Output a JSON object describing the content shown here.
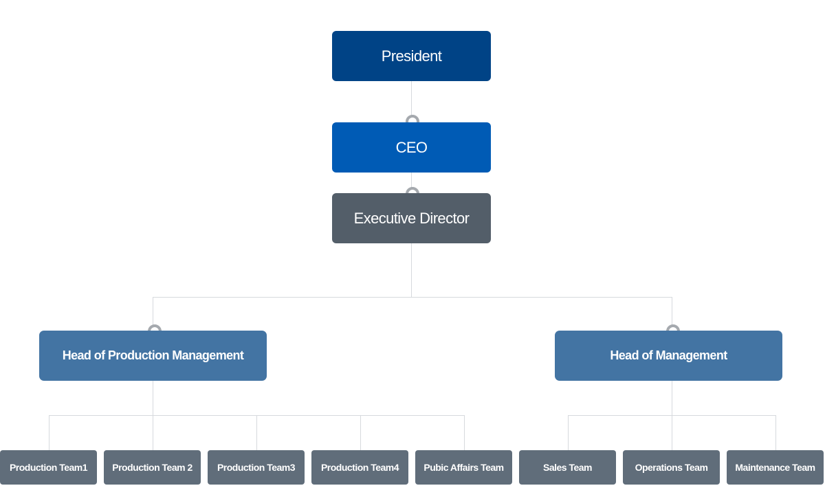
{
  "org": {
    "president": "President",
    "ceo": "CEO",
    "executive_director": "Executive Director",
    "heads": [
      {
        "label": "Head of Production Management"
      },
      {
        "label": "Head of Management"
      }
    ],
    "teams": [
      {
        "label": "Production Team1"
      },
      {
        "label": "Production Team 2"
      },
      {
        "label": "Production Team3"
      },
      {
        "label": "Production Team4"
      },
      {
        "label": "Pubic Affairs Team"
      },
      {
        "label": "Sales Team"
      },
      {
        "label": "Operations Team"
      },
      {
        "label": "Maintenance Team"
      }
    ]
  },
  "colors": {
    "president": "#004386",
    "ceo": "#005bb5",
    "executive_director": "#535e69",
    "head": "#4374a3",
    "team": "#606d7a",
    "connector": "#d6d9dd",
    "connector_dot": "#a5a9ae"
  }
}
